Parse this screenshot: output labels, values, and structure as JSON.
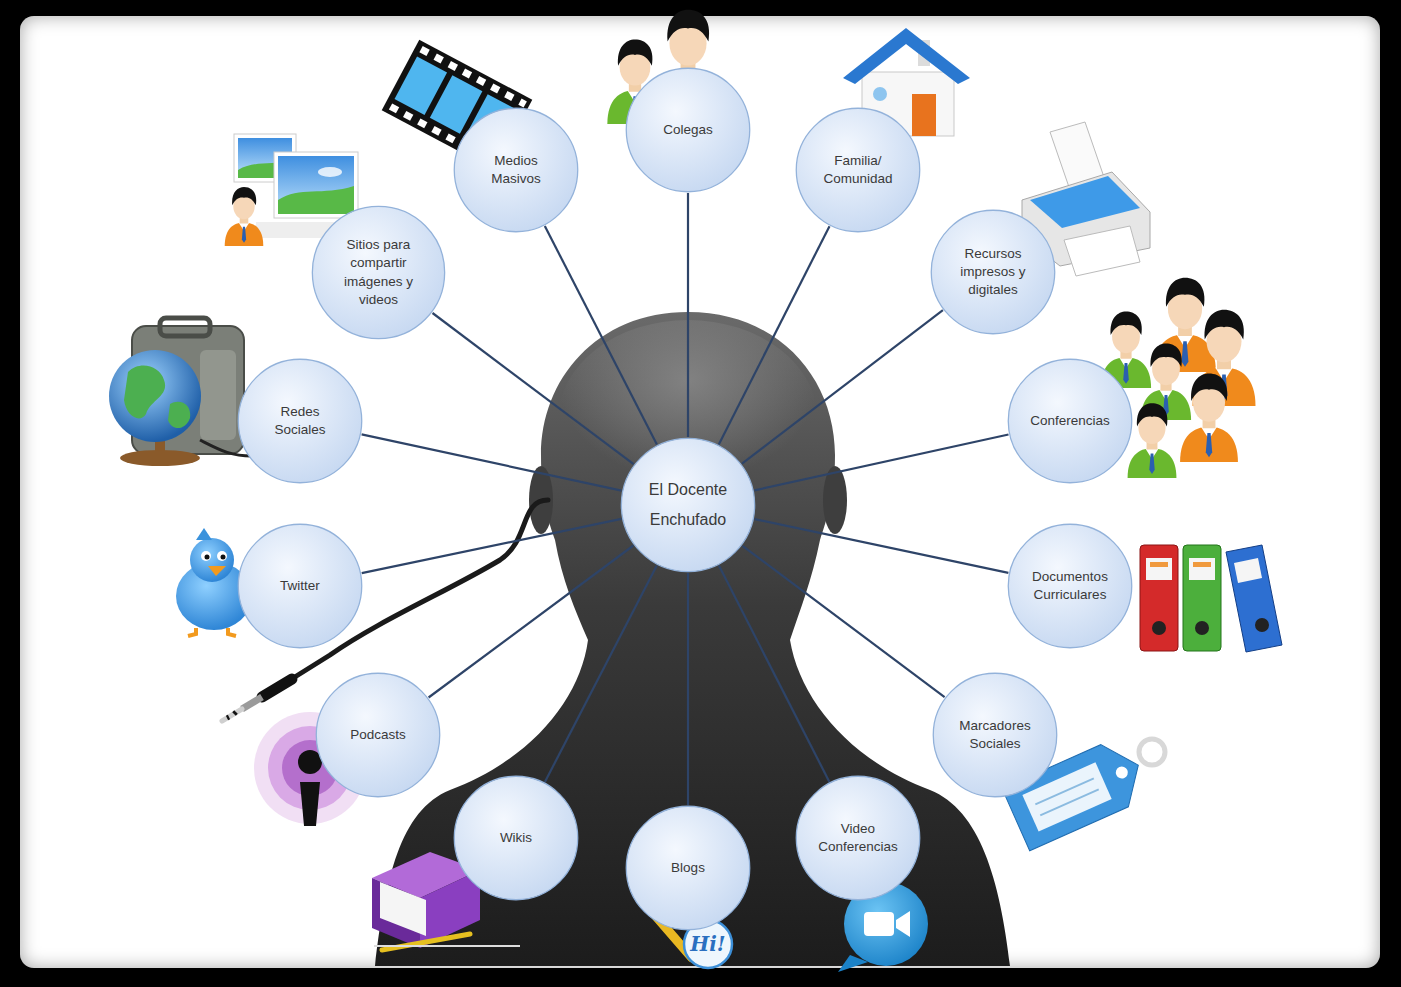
{
  "diagram": {
    "nodes": [
      {
        "text": [
          "El Docente Enchufado"
        ]
      },
      {
        "text": [
          "Colegas"
        ]
      },
      {
        "text": [
          "Familia/ Comunidad"
        ]
      },
      {
        "text": [
          "Recursos impresos y digitales"
        ]
      },
      {
        "text": [
          "Conferencias"
        ]
      },
      {
        "text": [
          "Documentos Curriculares"
        ]
      },
      {
        "text": [
          "Marcadores Sociales"
        ]
      },
      {
        "text": [
          "Video Conferencias"
        ]
      },
      {
        "text": [
          "Blogs"
        ]
      },
      {
        "text": [
          "Wikis"
        ]
      },
      {
        "text": [
          "Podcasts"
        ]
      },
      {
        "text": [
          "Twitter"
        ]
      },
      {
        "text": [
          "Redes Sociales"
        ]
      },
      {
        "text": [
          "Sitios para compartir imágenes y videos"
        ]
      },
      {
        "text": [
          "Medios Masivos"
        ]
      }
    ],
    "edges": [
      {
        "from": 0,
        "to": 1,
        "arrow": "none"
      },
      {
        "from": 0,
        "to": 2,
        "arrow": "none"
      },
      {
        "from": 0,
        "to": 3,
        "arrow": "none"
      },
      {
        "from": 0,
        "to": 4,
        "arrow": "none"
      },
      {
        "from": 0,
        "to": 5,
        "arrow": "none"
      },
      {
        "from": 0,
        "to": 6,
        "arrow": "none"
      },
      {
        "from": 0,
        "to": 7,
        "arrow": "none"
      },
      {
        "from": 0,
        "to": 8,
        "arrow": "none"
      },
      {
        "from": 0,
        "to": 9,
        "arrow": "none"
      },
      {
        "from": 0,
        "to": 10,
        "arrow": "none"
      },
      {
        "from": 0,
        "to": 11,
        "arrow": "none"
      },
      {
        "from": 0,
        "to": 12,
        "arrow": "none"
      },
      {
        "from": 0,
        "to": 13,
        "arrow": "none"
      },
      {
        "from": 0,
        "to": 14,
        "arrow": "none"
      }
    ],
    "labels": [
      "Hi!"
    ]
  }
}
